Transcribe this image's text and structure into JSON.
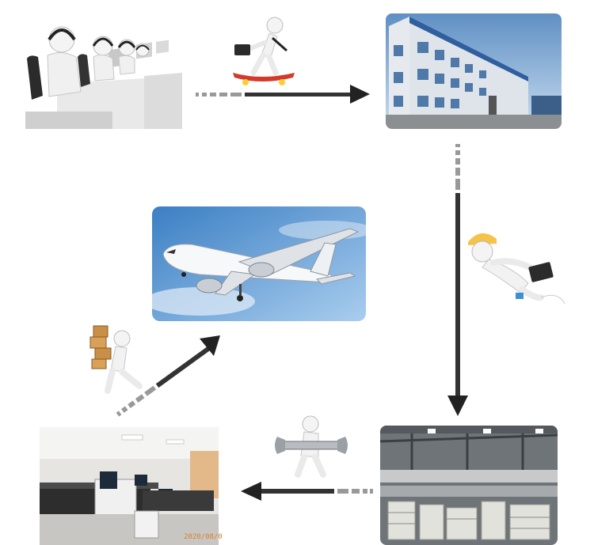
{
  "steps": [
    {
      "id": "customer-service",
      "icon": "call-center-scene"
    },
    {
      "id": "factory",
      "icon": "factory-building-scene"
    },
    {
      "id": "warehouse",
      "icon": "warehouse-scene"
    },
    {
      "id": "printing-workshop",
      "icon": "printer-workshop-scene"
    },
    {
      "id": "air-shipping",
      "icon": "airplane-scene"
    }
  ],
  "flow": [
    "customer-service",
    "factory",
    "warehouse",
    "printing-workshop",
    "air-shipping"
  ],
  "photo_stamp": "2020/08/0",
  "colors": {
    "arrow": "#222222",
    "dash": "#888888",
    "sky": "#6aa6d8",
    "figure": "#f2f2f2"
  }
}
